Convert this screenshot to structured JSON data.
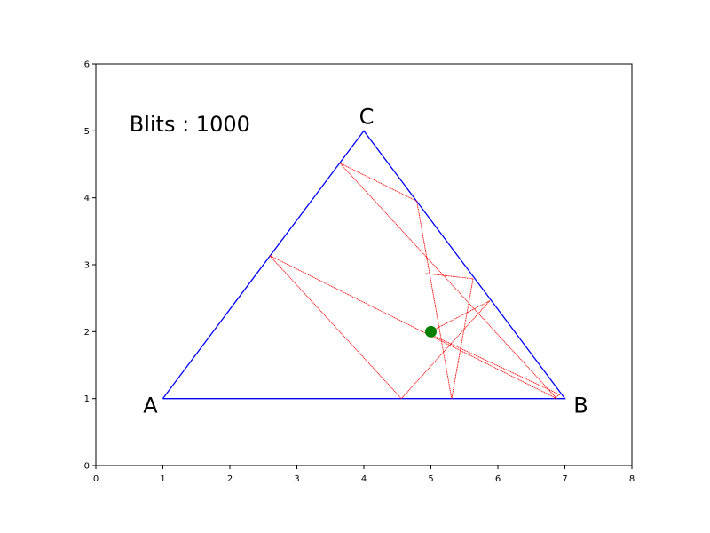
{
  "chart_data": {
    "type": "line",
    "title": "",
    "xlabel": "",
    "ylabel": "",
    "xlim": [
      0,
      8
    ],
    "ylim": [
      0,
      6
    ],
    "xticks": [
      "0",
      "1",
      "2",
      "3",
      "4",
      "5",
      "6",
      "7",
      "8"
    ],
    "yticks": [
      "0",
      "1",
      "2",
      "3",
      "4",
      "5",
      "6"
    ],
    "grid": false,
    "annotation": "Blits : 1000",
    "annotation_position": [
      0.5,
      5.1
    ],
    "triangle": {
      "color": "#0000ff",
      "vertices": [
        {
          "label": "A",
          "x": 1,
          "y": 1
        },
        {
          "label": "B",
          "x": 7,
          "y": 1
        },
        {
          "label": "C",
          "x": 4,
          "y": 5
        }
      ]
    },
    "path": {
      "color": "#ff0000",
      "style": "dotted",
      "points": [
        [
          4.92,
          2.87
        ],
        [
          5.63,
          2.79
        ],
        [
          5.31,
          1.0
        ],
        [
          4.79,
          3.95
        ],
        [
          3.64,
          4.52
        ],
        [
          6.88,
          1.0
        ],
        [
          2.59,
          3.14
        ],
        [
          4.56,
          1.0
        ],
        [
          5.88,
          2.46
        ],
        [
          4.95,
          1.98
        ],
        [
          6.92,
          1.06
        ],
        [
          6.83,
          1.0
        ]
      ]
    },
    "marker": {
      "x": 5,
      "y": 2,
      "color": "#008000"
    }
  }
}
